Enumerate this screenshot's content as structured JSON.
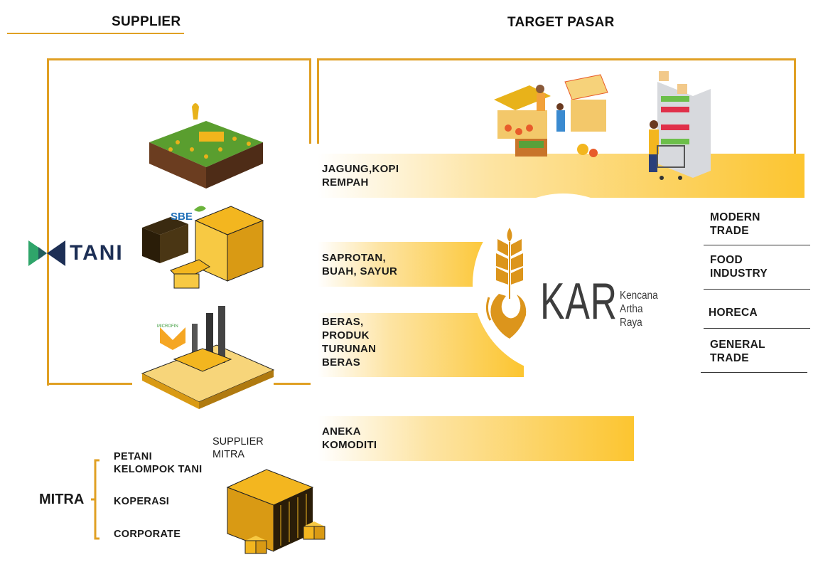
{
  "headers": {
    "supplier": "SUPPLIER",
    "target": "TARGET PASAR"
  },
  "supplier_logos": {
    "tani": "TANI",
    "sbe": "SBE",
    "microfin": "MICROFIN"
  },
  "bands": [
    {
      "line1": "JAGUNG,KOPI",
      "line2": "REMPAH"
    },
    {
      "line1": "SAPROTAN,",
      "line2": "BUAH, SAYUR"
    },
    {
      "line1": "BERAS,",
      "line2": "PRODUK",
      "line3": "TURUNAN",
      "line4": "BERAS"
    },
    {
      "line1": "ANEKA",
      "line2": "KOMODITI"
    }
  ],
  "center_logo": {
    "abbr": "KAR",
    "name1": "Kencana",
    "name2": "Artha",
    "name3": "Raya"
  },
  "markets": [
    {
      "line1": "MODERN",
      "line2": "TRADE"
    },
    {
      "line1": "FOOD",
      "line2": "INDUSTRY"
    },
    {
      "line1": "HORECA"
    },
    {
      "line1": "GENERAL",
      "line2": "TRADE"
    }
  ],
  "supplier_mitra": {
    "line1": "SUPPLIER",
    "line2": "MITRA"
  },
  "mitra": {
    "label": "MITRA",
    "items": [
      "PETANI",
      "KELOMPOK TANI",
      "KOPERASI",
      "CORPORATE"
    ]
  },
  "colors": {
    "accent": "#e0a024",
    "band": "#fcc530",
    "tani_green": "#2fa56a",
    "tani_navy": "#1d2f55",
    "kar_gray": "#3d3d3d"
  }
}
